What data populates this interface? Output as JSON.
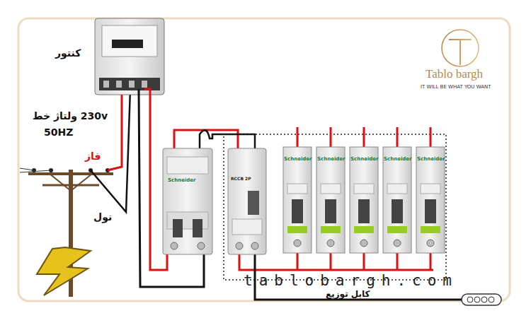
{
  "diagram": {
    "labels": [
      "کنتور",
      "230v ولتاژ خط",
      "50HZ",
      "فاز",
      "نول",
      "Tablo bargh",
      "IT WILL BE WHAT YOU WANT",
      "tablobargh.com",
      "کابل توزیع",
      "Schneider",
      "RCCB 2P",
      "Schneider",
      "Schneider",
      "Schneider",
      "Schneider",
      "Schneider"
    ]
  }
}
